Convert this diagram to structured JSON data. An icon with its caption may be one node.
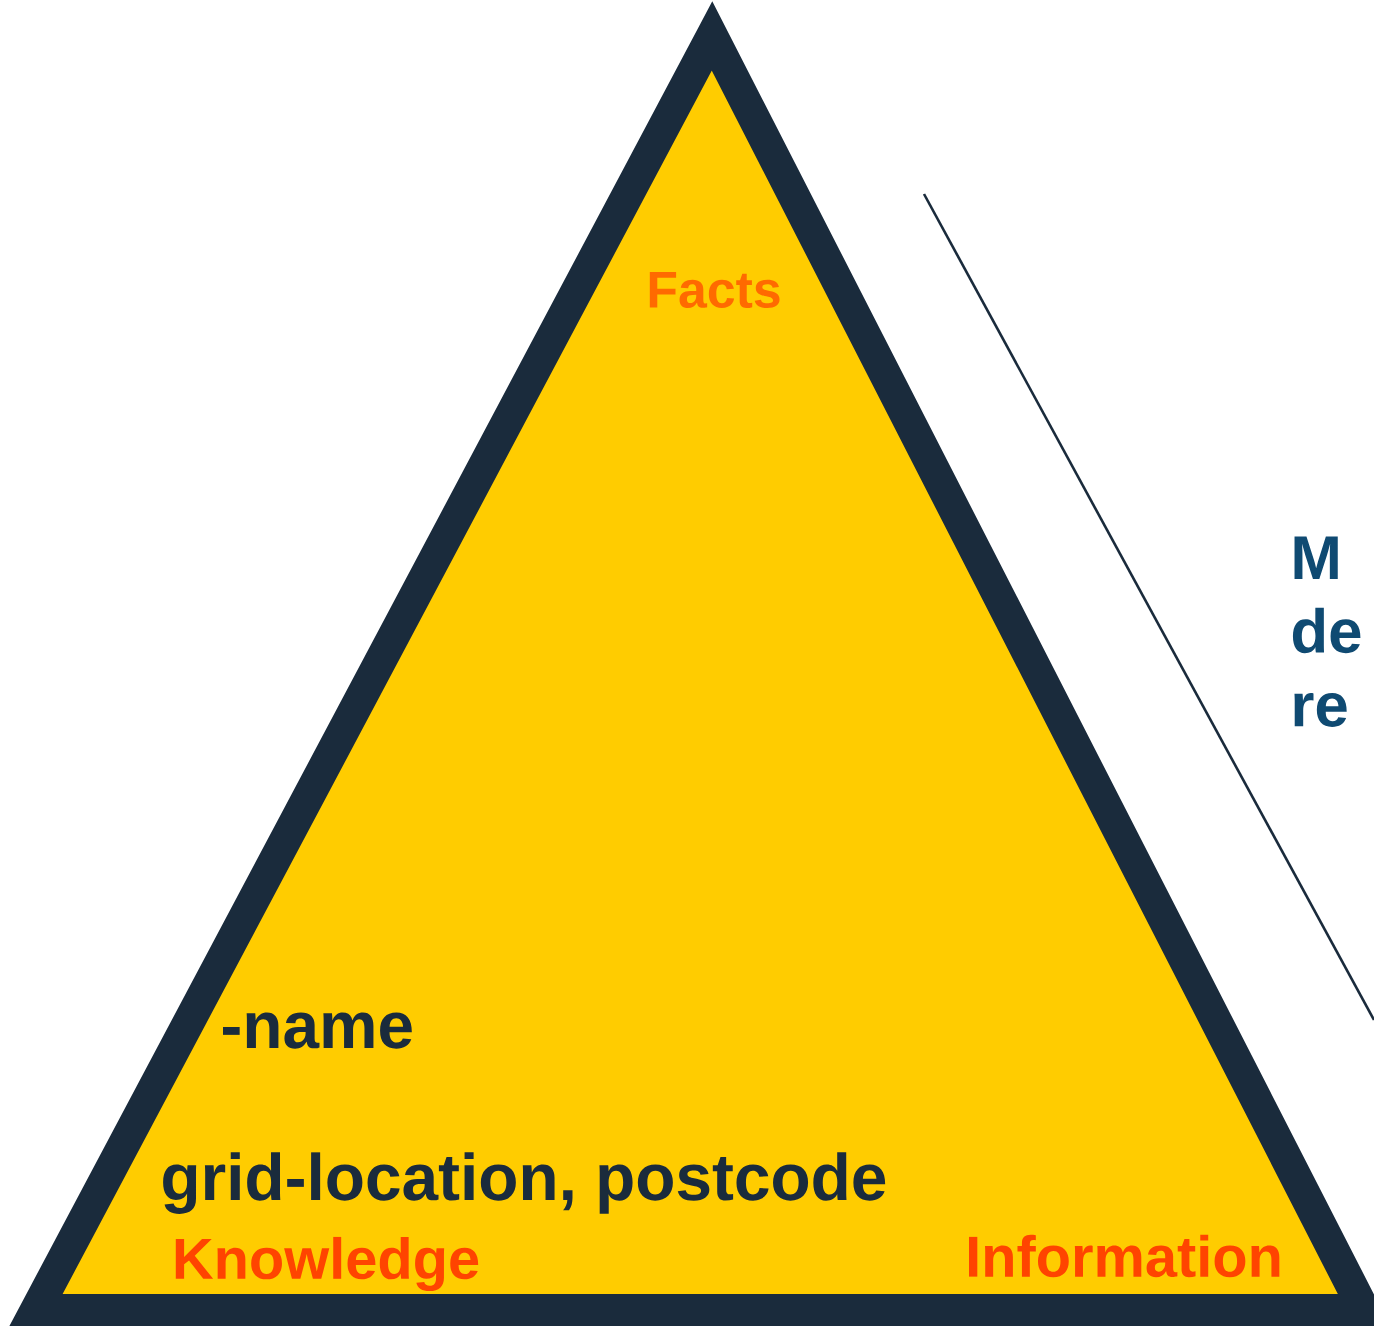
{
  "diagram": {
    "nodes": [
      {
        "text": [
          "Facts",
          "Knowledge",
          "Information"
        ]
      }
    ],
    "labels": [
      "M de re",
      "-name",
      "grid-location, postcode"
    ]
  }
}
